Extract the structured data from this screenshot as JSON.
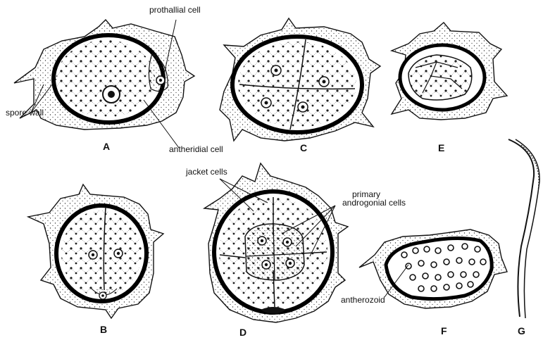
{
  "labels": {
    "prothallial_cell": "prothallial cell",
    "spore_wall": "spore wall",
    "antheridial_cell": "antheridial cell",
    "jacket_cells": "jacket cells",
    "primary_androgonial_cells_line1": "primary",
    "primary_androgonial_cells_line2": "androgonial cells",
    "antherozoid": "antherozoid"
  },
  "panels": {
    "a": "A",
    "b": "B",
    "c": "C",
    "d": "D",
    "e": "E",
    "f": "F",
    "g": "G"
  },
  "colors": {
    "ink": "#111111",
    "wall": "#000000",
    "stipple": "#333333",
    "background": "#ffffff"
  }
}
